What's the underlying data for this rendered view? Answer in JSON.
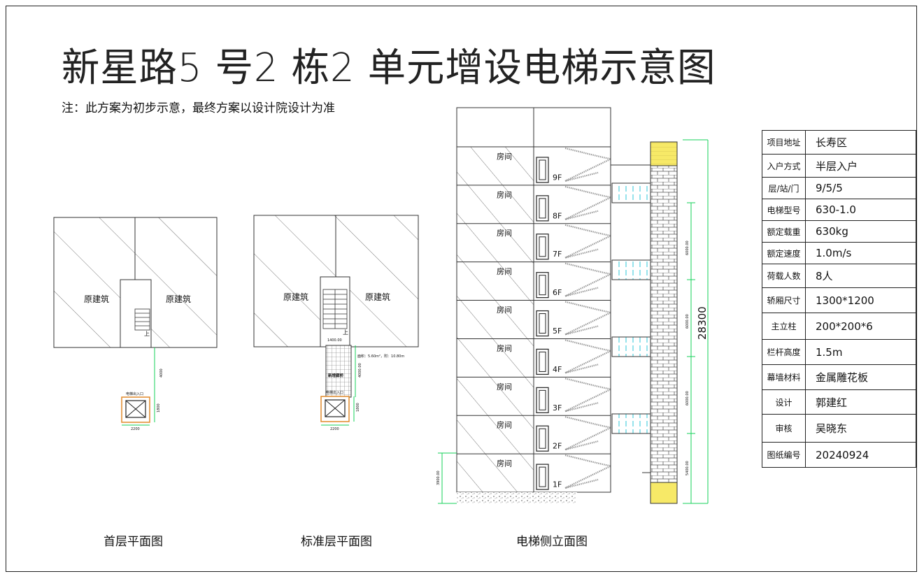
{
  "title": "新星路5 号2 栋2 单元增设电梯示意图",
  "note": "注：此方案为初步示意，最终方案以设计院设计为准",
  "captions": {
    "ground_plan": "首层平面图",
    "standard_plan": "标准层平面图",
    "elevation": "电梯侧立面图"
  },
  "ground_plan": {
    "left_label": "原建筑",
    "right_label": "原建筑",
    "stair_up": "上",
    "entry_label": "电梯出入口",
    "dim_length": "4000",
    "dim_side": "1800",
    "dim_width": "2200"
  },
  "standard_plan": {
    "left_label": "原建筑",
    "right_label": "原建筑",
    "stair_up": "上",
    "corridor_width": "1400.00",
    "area_note": "面积：5.60m²，附：10.80m",
    "corridor_label": "新增廊桥",
    "entry_label": "电梯出入口",
    "dim_length": "4000.00",
    "dim_side": "1800",
    "dim_width": "2200"
  },
  "elevation": {
    "room_label": "房间",
    "floors": [
      "9F",
      "8F",
      "7F",
      "6F",
      "5F",
      "4F",
      "3F",
      "2F",
      "1F"
    ],
    "total_height": "28300",
    "dim_seg1": "6000.00",
    "dim_seg2": "6000.00",
    "dim_seg3": "6000.00",
    "dim_seg4": "5400.00",
    "dim_left": "3900.00"
  },
  "spec_table": [
    {
      "key": "项目地址",
      "value": "长寿区"
    },
    {
      "key": "入户方式",
      "value": "半层入户"
    },
    {
      "key": "层/站/门",
      "value": "9/5/5"
    },
    {
      "key": "电梯型号",
      "value": "630-1.0"
    },
    {
      "key": "额定载重",
      "value": "630kg"
    },
    {
      "key": "额定速度",
      "value": "1.0m/s"
    },
    {
      "key": "荷载人数",
      "value": "8人"
    },
    {
      "key": "轿厢尺寸",
      "value": "1300*1200"
    },
    {
      "key": "主立柱",
      "value": "200*200*6"
    },
    {
      "key": "栏杆高度",
      "value": "1.5m"
    },
    {
      "key": "幕墙材料",
      "value": "金属雕花板"
    },
    {
      "key": "设计",
      "value": "郭建红"
    },
    {
      "key": "审核",
      "value": "吴晓东"
    },
    {
      "key": "图纸编号",
      "value": "20240924"
    }
  ],
  "colors": {
    "accent_cyan": "#2ec7d8",
    "dim_green": "#16d25a",
    "shaft_yellow": "#f7e967",
    "elevator_orange": "#e08a2b"
  }
}
